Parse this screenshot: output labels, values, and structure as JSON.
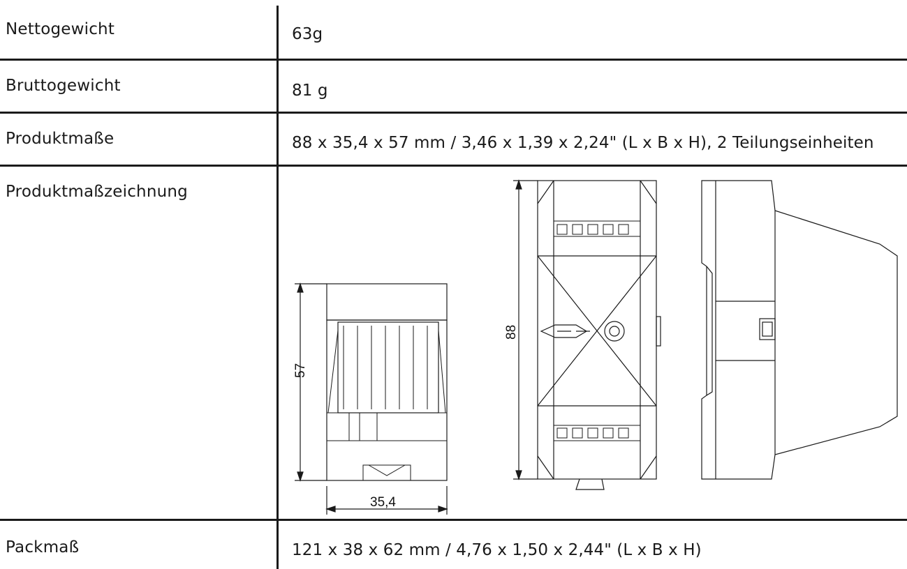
{
  "rows": [
    {
      "label": "Nettogewicht",
      "value": "63g"
    },
    {
      "label": "Bruttogewicht",
      "value": "81 g"
    },
    {
      "label": "Produktmaße",
      "value": "88 x 35,4 x 57 mm / 3,46 x 1,39 x 2,24\" (L x B x H), 2 Teilungseinheiten"
    },
    {
      "label": "Produktmaßzeichnung",
      "value": ""
    },
    {
      "label": "Packmaß",
      "value": "121 x 38 x 62 mm / 4,76 x 1,50 x 2,44\" (L x B x H)"
    }
  ],
  "drawing": {
    "dim_height": "57",
    "dim_width": "35,4",
    "dim_length": "88"
  }
}
